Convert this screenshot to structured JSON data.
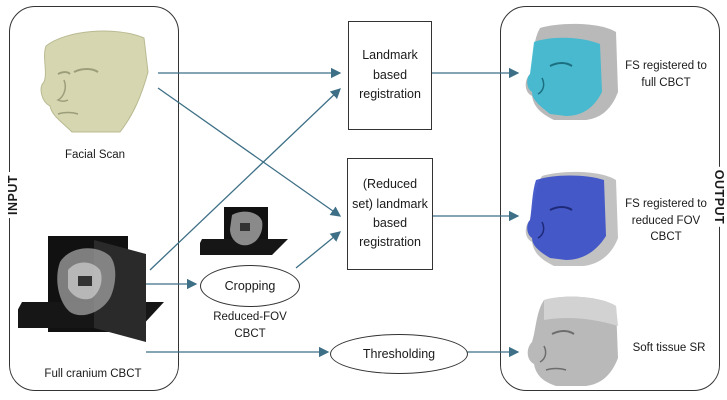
{
  "input": {
    "side_label": "INPUT",
    "facial_scan_label": "Facial Scan",
    "full_cbct_label": "Full cranium CBCT"
  },
  "process": {
    "landmark_box": "Landmark based registration",
    "reduced_box": "(Reduced set) landmark based registration",
    "cropping": "Cropping",
    "reduced_fov_label": "Reduced-FOV CBCT",
    "thresholding": "Thresholding"
  },
  "output": {
    "side_label": "OUTPUT",
    "fs_full": "FS registered to full CBCT",
    "fs_reduced": "FS registered to reduced FOV CBCT",
    "soft_tissue": "Soft tissue SR"
  },
  "colors": {
    "arrow": "#3d6f86",
    "border": "#333333",
    "scan_skin": "#d6d7b0",
    "overlay_cyan": "#3cb9d0",
    "overlay_blue": "#3a4fc8",
    "soft_tissue_gray": "#b9b9b9"
  },
  "icons": [
    "face-scan-image",
    "cbct-volume-image",
    "cropped-cbct-image",
    "face-cyan-overlay",
    "face-blue-overlay",
    "face-gray-render"
  ]
}
